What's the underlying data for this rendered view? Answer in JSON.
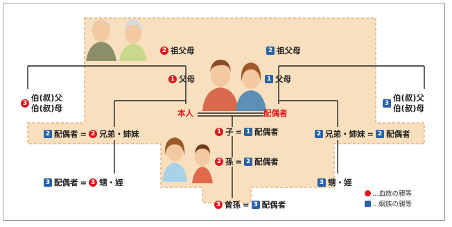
{
  "colors": {
    "blood": "#e0141e",
    "marriage": "#2a62a8",
    "panel": "#f8dfbe",
    "panel_border": "#e6b078"
  },
  "nodes": {
    "grandparents_blood": {
      "badge": "2",
      "label": "祖父母"
    },
    "grandparents_marriage": {
      "badge": "2",
      "label": "祖父母"
    },
    "parents_blood": {
      "badge": "1",
      "label": "父母"
    },
    "parents_marriage": {
      "badge": "1",
      "label": "父母"
    },
    "self": "本人",
    "spouse": "配偶者",
    "uncle_aunt_blood": {
      "badge": "3",
      "line1": "伯(叔)父",
      "line2": "伯(叔)母"
    },
    "uncle_aunt_marriage": {
      "badge": "3",
      "line1": "伯(叔)父",
      "line2": "伯(叔)母"
    },
    "sibling_left": {
      "spouse_badge": "2",
      "spouse_label": "配偶者",
      "eq": "=",
      "badge": "2",
      "label": "兄弟・姉妹"
    },
    "sibling_right": {
      "badge": "2",
      "label": "兄弟・姉妹",
      "eq": "=",
      "spouse_badge": "2",
      "spouse_label": "配偶者"
    },
    "child": {
      "badge": "1",
      "label": "子",
      "eq": "=",
      "spouse_badge": "1",
      "spouse_label": "配偶者"
    },
    "grandchild": {
      "badge": "2",
      "label": "孫",
      "eq": "=",
      "spouse_badge": "2",
      "spouse_label": "配偶者"
    },
    "great_grandchild": {
      "badge": "3",
      "label": "曾孫",
      "eq": "=",
      "spouse_badge": "3",
      "spouse_label": "配偶者"
    },
    "niece_nephew_left": {
      "spouse_badge": "3",
      "spouse_label": "配偶者",
      "eq": "=",
      "badge": "3",
      "label": "甥・姪"
    },
    "niece_nephew_right": {
      "badge": "3",
      "label": "甥・姪"
    }
  },
  "legend": {
    "blood": "…血族の親等",
    "marriage": "…姻族の親等"
  }
}
